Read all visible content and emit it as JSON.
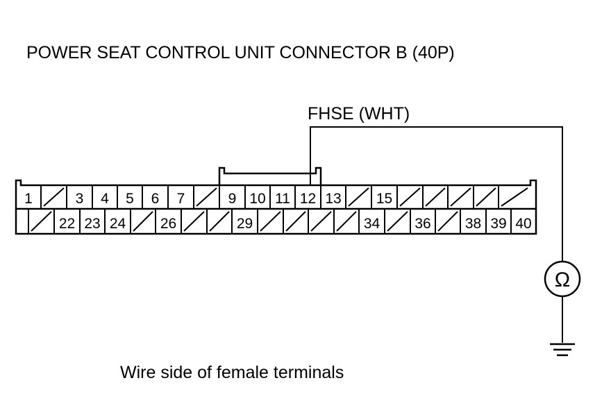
{
  "title": "POWER SEAT CONTROL UNIT CONNECTOR B (40P)",
  "wire_label": "FHSE (WHT)",
  "meter_symbol": "Ω",
  "caption": "Wire side of female terminals",
  "connector": {
    "row1": [
      "1",
      "",
      "3",
      "4",
      "5",
      "6",
      "7",
      "",
      "9",
      "10",
      "11",
      "12",
      "13",
      "",
      "15",
      "",
      "",
      "",
      "",
      ""
    ],
    "row2": [
      "",
      "",
      "22",
      "23",
      "24",
      "",
      "26",
      "",
      "",
      "29",
      "",
      "",
      "",
      "",
      "34",
      "",
      "36",
      "",
      "38",
      "39",
      "40"
    ],
    "highlighted_terminal": "12"
  },
  "icons": {
    "meter": "ohmmeter-icon",
    "ground": "ground-icon"
  }
}
